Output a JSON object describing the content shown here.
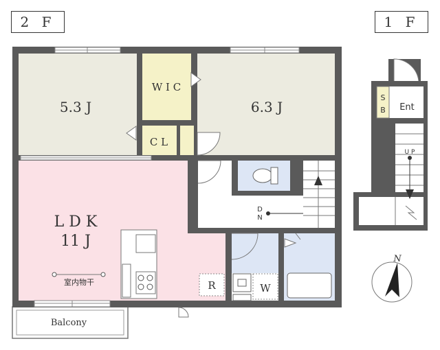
{
  "floor2": {
    "label": "2 F"
  },
  "floor1": {
    "label": "1 F"
  },
  "rooms": {
    "western1": "5.3 J",
    "western2": "6.3 J",
    "wic": "W I C",
    "cl": "C L",
    "ldk_name": "L D K",
    "ldk_size": "11 J",
    "indoor_drying": "室内物干",
    "refrigerator": "R",
    "washer": "W",
    "balcony": "Balcony",
    "dn": "D\nN",
    "up": "U P",
    "sb": "S\nB",
    "entrance": "Ent"
  },
  "compass": {
    "label": "N"
  },
  "colors": {
    "wall": "#5a5a5a",
    "western": "#ecebe0",
    "closet": "#f5f2c8",
    "ldk": "#fbe1e6",
    "wet": "#dde6f5"
  }
}
